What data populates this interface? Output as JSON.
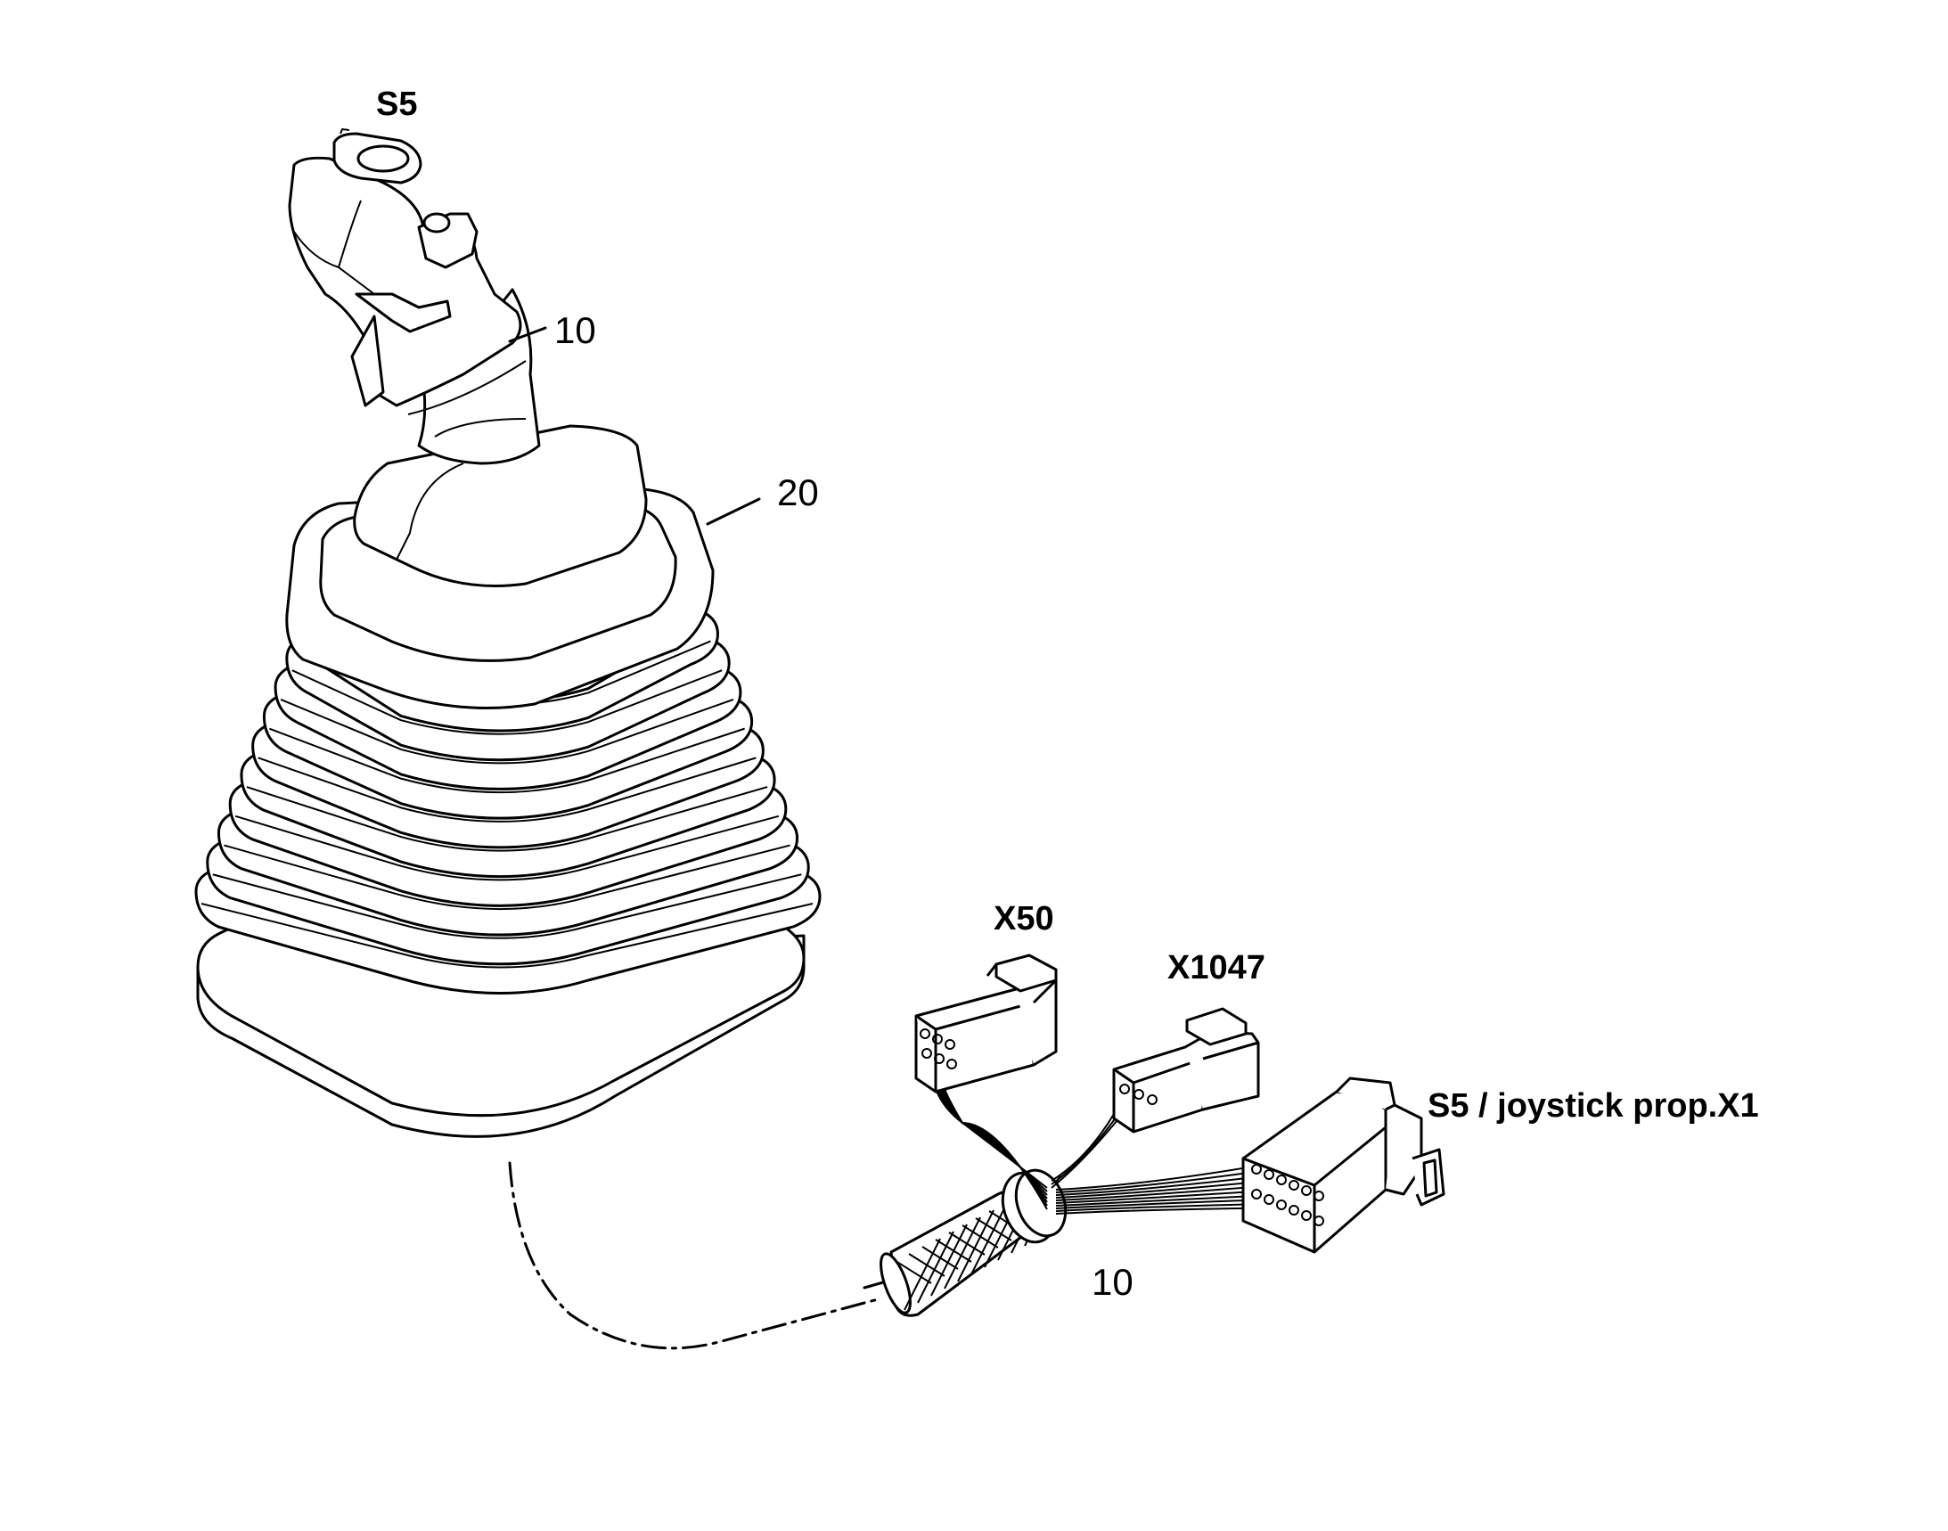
{
  "labels": {
    "s5_top": "S5",
    "handle_ref": "10",
    "boot_ref": "20",
    "x50": "X50",
    "x1047": "X1047",
    "s5_connector": "S5 / joystick prop.X1",
    "harness_ref": "10"
  },
  "parts": [
    {
      "ref": "10",
      "icon": "joystick-handle-icon"
    },
    {
      "ref": "20",
      "icon": "rubber-boot-icon"
    },
    {
      "ref": "10",
      "icon": "wire-harness-icon"
    }
  ],
  "colors": {
    "line": "#000000",
    "background": "#ffffff"
  }
}
